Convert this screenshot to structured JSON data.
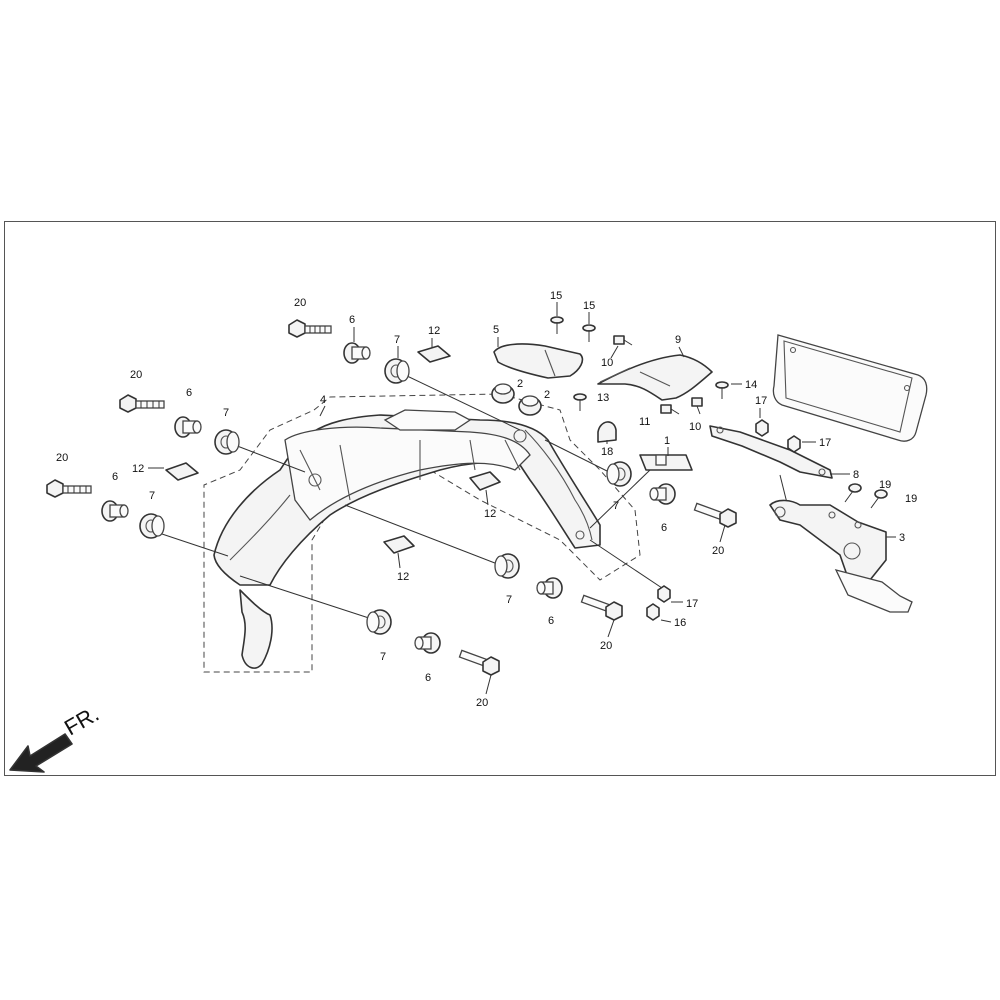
{
  "diagram": {
    "direction_label": "FR.",
    "callouts": {
      "c1": "1",
      "c2a": "2",
      "c2b": "2",
      "c3": "3",
      "c4": "4",
      "c5": "5",
      "c6a": "6",
      "c6b": "6",
      "c6c": "6",
      "c6d": "6",
      "c6e": "6",
      "c6f": "6",
      "c7a": "7",
      "c7b": "7",
      "c7c": "7",
      "c7d": "7",
      "c7e": "7",
      "c7f": "7",
      "c8": "8",
      "c9": "9",
      "c10a": "10",
      "c10b": "10",
      "c11": "11",
      "c12a": "12",
      "c12b": "12",
      "c12c": "12",
      "c12d": "12",
      "c13": "13",
      "c14": "14",
      "c15a": "15",
      "c15b": "15",
      "c16": "16",
      "c17a": "17",
      "c17b": "17",
      "c17c": "17",
      "c18": "18",
      "c19a": "19",
      "c19b": "19",
      "c20a": "20",
      "c20b": "20",
      "c20c": "20",
      "c20d": "20",
      "c20e": "20",
      "c20f": "20"
    }
  }
}
